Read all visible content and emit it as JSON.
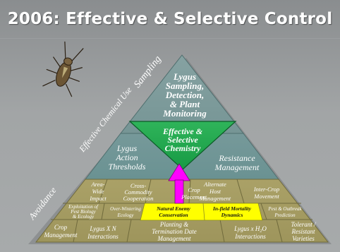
{
  "title": "2006: Effective & Selective Control",
  "sides": {
    "sampling": "Sampling",
    "effective_chemical_use": "Effective Chemical Use",
    "avoidance": "Avoidance"
  },
  "tiers": {
    "top": [
      "Lygus",
      "Sampling,",
      "Detection,",
      "& Plant",
      "Monitoring"
    ],
    "center": [
      "Effective &",
      "Selective",
      "Chemistry"
    ],
    "action_thresholds": [
      "Lygus",
      "Action",
      "Thresholds"
    ],
    "resistance": [
      "Resistance",
      "Management"
    ],
    "area_wide": [
      "Area-",
      "Wide",
      "Impact"
    ],
    "cross_commodity": [
      "Cross-",
      "Commodity",
      "Cooperation"
    ],
    "crop_placement": [
      "Crop",
      "Placement"
    ],
    "alternate_host": [
      "Alternate",
      "Host",
      "Management"
    ],
    "inter_crop": [
      "Inter-Crop",
      "Movement"
    ],
    "exploitation": [
      "Exploitation of",
      "Pest Biology",
      "& Ecology"
    ],
    "over_wintering": [
      "Over-Wintering",
      "Ecology"
    ],
    "natural_enemy": [
      "Natural Enemy",
      "Conservation"
    ],
    "in_field": [
      "In-field Mortality",
      "Dynamics"
    ],
    "pest_outbreak": [
      "Pest & Outbreak",
      "Prediction"
    ],
    "crop_management": [
      "Crop",
      "Management"
    ],
    "lygus_x_n": [
      "Lygus X N",
      "Interactions"
    ],
    "planting": [
      "Planting &",
      "Termination Date",
      "Management"
    ],
    "lygus_x_h2o": {
      "pre": "Lygus x H",
      "sub": "2",
      "post": "O",
      "line2": "Interactions"
    },
    "tolerant": [
      "Tolerant /",
      "Resistant",
      "Varieties"
    ]
  },
  "colors": {
    "background": "#a2a5a6",
    "pyramid_top": "#7d9a9a",
    "pyramid_mid": "#6f9595",
    "pyramid_base": "#a49c62",
    "center_triangle": "#1fa74e",
    "highlight_box": "#ffff00",
    "arrow": "#ff00ff",
    "text_white": "#ffffff",
    "text_dark": "#1a1a1a"
  },
  "icons": [
    "lygus-bug-icon",
    "upward-arrow-icon"
  ]
}
